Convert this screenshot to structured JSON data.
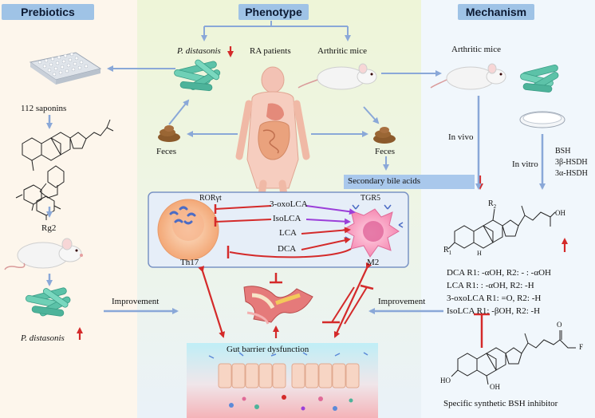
{
  "headers": {
    "prebiotics": "Prebiotics",
    "phenotype": "Phenotype",
    "mechanism": "Mechanism"
  },
  "left": {
    "saponins": "112 saponins",
    "rg2": "Rg2",
    "bacteria_label": "P. distasonis",
    "improvement": "Improvement"
  },
  "middle": {
    "p_distasonis": "P. distasonis",
    "ra_patients": "RA patients",
    "arthritic_mice": "Arthritic mice",
    "feces_left": "Feces",
    "feces_right": "Feces",
    "secondary_bile_acids": "Secondary bile acids",
    "roryt": "RORγt",
    "tgr5": "TGR5",
    "bile_acids": [
      "3-oxoLCA",
      "IsoLCA",
      "LCA",
      "DCA"
    ],
    "th17": "Th17",
    "m2": "M2",
    "gut_barrier": "Gut barrier dysfunction"
  },
  "right": {
    "arthritic_mice": "Arthritic mice",
    "in_vivo": "In vivo",
    "in_vitro": "In vitro",
    "enzymes": [
      "BSH",
      "3β-HSDH",
      "3α-HSDH"
    ],
    "r2": "R",
    "r2_sub": "2",
    "r1": "R",
    "r1_sub": "1",
    "oh": "OH",
    "h": "H",
    "definitions": [
      "DCA R1: -αOH, R2: - : -αOH",
      "LCA R1: : -αOH, R2: -H",
      "3-oxoLCA R1: =O, R2: -H",
      "IsoLCA R1: -βOH, R2: -H"
    ],
    "improvement": "Improvement",
    "inhibitor_o": "O",
    "inhibitor_f": "F",
    "inhibitor_ho": "HO",
    "inhibitor_oh": "OH",
    "inhibitor_label": "Specific synthetic BSH inhibitor"
  },
  "colors": {
    "arrow_blue": "#8aa8d8",
    "red": "#d42a2a",
    "purple": "#9b3fd9",
    "bacteria": "#5cc2a8",
    "header": "#9fc3e6"
  }
}
